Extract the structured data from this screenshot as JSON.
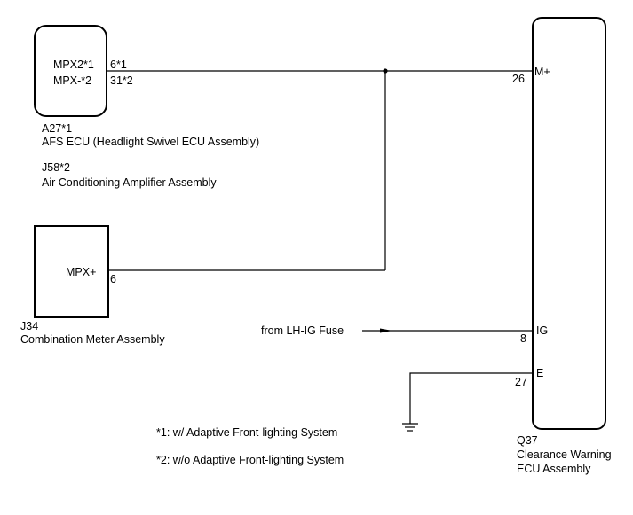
{
  "components": {
    "a27": {
      "pins": [
        {
          "name": "MPX2*1",
          "number": "6*1"
        },
        {
          "name": "MPX-*2",
          "number": "31*2"
        }
      ],
      "code_1": "A27*1",
      "title_1": "AFS ECU (Headlight Swivel ECU Assembly)",
      "code_2": "J58*2",
      "title_2": "Air Conditioning Amplifier Assembly"
    },
    "j34": {
      "pin_name": "MPX+",
      "pin_number": "6",
      "code": "J34",
      "title": "Combination Meter Assembly"
    },
    "q37": {
      "pins": [
        {
          "name": "M+",
          "number": "26"
        },
        {
          "name": "IG",
          "number": "8"
        },
        {
          "name": "E",
          "number": "27"
        }
      ],
      "code": "Q37",
      "title_line1": "Clearance Warning",
      "title_line2": "ECU Assembly"
    }
  },
  "power_source_label": "from LH-IG Fuse",
  "notes": [
    "*1: w/ Adaptive Front-lighting System",
    "*2: w/o Adaptive Front-lighting System"
  ]
}
